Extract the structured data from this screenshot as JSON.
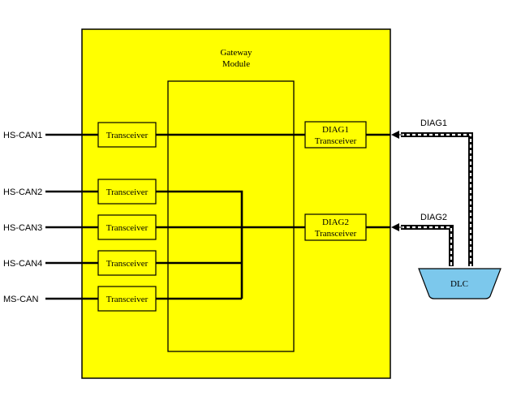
{
  "gateway": {
    "title_line1": "Gateway",
    "title_line2": "Module"
  },
  "can_buses": [
    {
      "label": "HS-CAN1",
      "transceiver": "Transceiver"
    },
    {
      "label": "HS-CAN2",
      "transceiver": "Transceiver"
    },
    {
      "label": "HS-CAN3",
      "transceiver": "Transceiver"
    },
    {
      "label": "HS-CAN4",
      "transceiver": "Transceiver"
    },
    {
      "label": "MS-CAN",
      "transceiver": "Transceiver"
    }
  ],
  "diag": [
    {
      "name": "DIAG1",
      "transceiver": "Transceiver",
      "link_label": "DIAG1"
    },
    {
      "name": "DIAG2",
      "transceiver": "Transceiver",
      "link_label": "DIAG2"
    }
  ],
  "dlc": {
    "label": "DLC"
  },
  "colors": {
    "module_fill": "#ffff00",
    "dlc_fill": "#7cc8ec",
    "line": "#000000"
  }
}
